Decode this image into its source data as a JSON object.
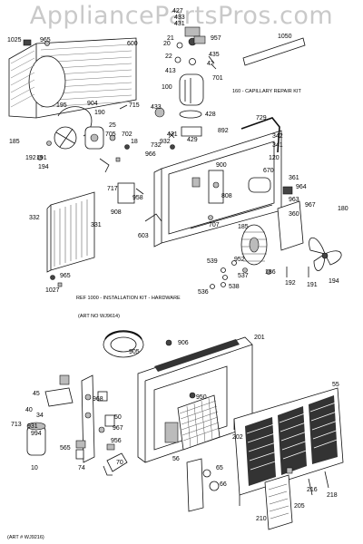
{
  "watermark": "AppliancePartsPros.com",
  "part_labels": [
    {
      "key": "p1025",
      "text": "1025"
    },
    {
      "key": "p965a",
      "text": "965"
    },
    {
      "key": "p600",
      "text": "600"
    },
    {
      "key": "p427",
      "text": "427"
    },
    {
      "key": "p433a",
      "text": "433"
    },
    {
      "key": "p431a",
      "text": "431"
    },
    {
      "key": "p21",
      "text": "21"
    },
    {
      "key": "p20",
      "text": "20"
    },
    {
      "key": "p22",
      "text": "22"
    },
    {
      "key": "p957",
      "text": "957"
    },
    {
      "key": "p435",
      "text": "435"
    },
    {
      "key": "p42",
      "text": "42"
    },
    {
      "key": "p701",
      "text": "701"
    },
    {
      "key": "p1050",
      "text": "1050"
    },
    {
      "key": "p413",
      "text": "413"
    },
    {
      "key": "p100",
      "text": "100"
    },
    {
      "key": "p715",
      "text": "715"
    },
    {
      "key": "p195",
      "text": "195"
    },
    {
      "key": "p904",
      "text": "904"
    },
    {
      "key": "p190",
      "text": "190"
    },
    {
      "key": "p433b",
      "text": "433"
    },
    {
      "key": "p428",
      "text": "428"
    },
    {
      "key": "p729",
      "text": "729"
    },
    {
      "key": "p25",
      "text": "25"
    },
    {
      "key": "p431b",
      "text": "431"
    },
    {
      "key": "p892",
      "text": "892"
    },
    {
      "key": "p932",
      "text": "932"
    },
    {
      "key": "p342",
      "text": "342"
    },
    {
      "key": "p341",
      "text": "341"
    },
    {
      "key": "p429",
      "text": "429"
    },
    {
      "key": "p732",
      "text": "732"
    },
    {
      "key": "p705",
      "text": "705"
    },
    {
      "key": "p702",
      "text": "702"
    },
    {
      "key": "p18",
      "text": "18"
    },
    {
      "key": "p185a",
      "text": "185"
    },
    {
      "key": "p192a",
      "text": "192"
    },
    {
      "key": "p191",
      "text": "191"
    },
    {
      "key": "p194a",
      "text": "194"
    },
    {
      "key": "p966",
      "text": "966"
    },
    {
      "key": "p120",
      "text": "120"
    },
    {
      "key": "p900",
      "text": "900"
    },
    {
      "key": "p670",
      "text": "670"
    },
    {
      "key": "p361",
      "text": "361"
    },
    {
      "key": "p964",
      "text": "964"
    },
    {
      "key": "p717",
      "text": "717"
    },
    {
      "key": "p958",
      "text": "958"
    },
    {
      "key": "p808",
      "text": "808"
    },
    {
      "key": "p908",
      "text": "908"
    },
    {
      "key": "p707",
      "text": "707"
    },
    {
      "key": "p360",
      "text": "360"
    },
    {
      "key": "p963",
      "text": "963"
    },
    {
      "key": "p967",
      "text": "967"
    },
    {
      "key": "p180",
      "text": "180"
    },
    {
      "key": "p332",
      "text": "332"
    },
    {
      "key": "p331",
      "text": "331"
    },
    {
      "key": "p603",
      "text": "603"
    },
    {
      "key": "p185b",
      "text": "185"
    },
    {
      "key": "p539",
      "text": "539"
    },
    {
      "key": "p952",
      "text": "952"
    },
    {
      "key": "p537",
      "text": "537"
    },
    {
      "key": "p538",
      "text": "538"
    },
    {
      "key": "p536",
      "text": "536"
    },
    {
      "key": "p186",
      "text": "186"
    },
    {
      "key": "p192b",
      "text": "192"
    },
    {
      "key": "p191b",
      "text": "191"
    },
    {
      "key": "p194b",
      "text": "194"
    },
    {
      "key": "p965b",
      "text": "965"
    },
    {
      "key": "p1027",
      "text": "1027"
    },
    {
      "key": "p905",
      "text": "905"
    },
    {
      "key": "p906",
      "text": "906"
    },
    {
      "key": "p201",
      "text": "201"
    },
    {
      "key": "p45",
      "text": "45"
    },
    {
      "key": "p968",
      "text": "968"
    },
    {
      "key": "p950",
      "text": "950"
    },
    {
      "key": "p55",
      "text": "55"
    },
    {
      "key": "p40",
      "text": "40"
    },
    {
      "key": "p34",
      "text": "34"
    },
    {
      "key": "p50",
      "text": "50"
    },
    {
      "key": "p967b",
      "text": "967"
    },
    {
      "key": "p931",
      "text": "931"
    },
    {
      "key": "p994",
      "text": "994"
    },
    {
      "key": "p956",
      "text": "956"
    },
    {
      "key": "p713",
      "text": "713"
    },
    {
      "key": "p565",
      "text": "565"
    },
    {
      "key": "p202",
      "text": "202"
    },
    {
      "key": "p56",
      "text": "56"
    },
    {
      "key": "p65",
      "text": "65"
    },
    {
      "key": "p66",
      "text": "66"
    },
    {
      "key": "p70",
      "text": "70"
    },
    {
      "key": "p74",
      "text": "74"
    },
    {
      "key": "p10",
      "text": "10"
    },
    {
      "key": "p216",
      "text": "216"
    },
    {
      "key": "p218",
      "text": "218"
    },
    {
      "key": "p205",
      "text": "205"
    },
    {
      "key": "p210",
      "text": "210"
    }
  ],
  "captions": {
    "capillary_kit": "160 - CAPILLARY REPAIR KIT",
    "install_kit": "REF 1000 - INSTALLATION KIT - HARDWARE",
    "art_no_top": "(ART NO WJ9614)",
    "art_no_bottom": "(ART # WJ9216)"
  }
}
